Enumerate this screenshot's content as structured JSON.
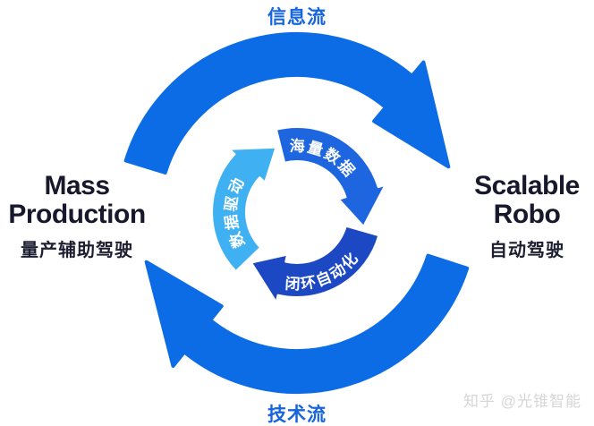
{
  "flows": {
    "top": "信息流",
    "bottom": "技术流"
  },
  "left_node": {
    "title_line1": "Mass",
    "title_line2": "Production",
    "subtitle": "量产辅助驾驶"
  },
  "right_node": {
    "title_line1": "Scalable",
    "title_line2": "Robo",
    "subtitle": "自动驾驶"
  },
  "inner_cycle": {
    "segments": [
      {
        "label": "海量数据",
        "color": "#1e66e0",
        "position": "top-right"
      },
      {
        "label": "闭环自动化",
        "color": "#1d48c4",
        "position": "bottom"
      },
      {
        "label": "数据驱动",
        "color": "#3fb1f2",
        "position": "left"
      }
    ]
  },
  "colors": {
    "outer_arrow": "#0c6ce6",
    "flow_label": "#1565de",
    "title_text": "#17182c",
    "watermark": "#d6d6d6"
  },
  "watermark": "知乎 @光锥智能"
}
